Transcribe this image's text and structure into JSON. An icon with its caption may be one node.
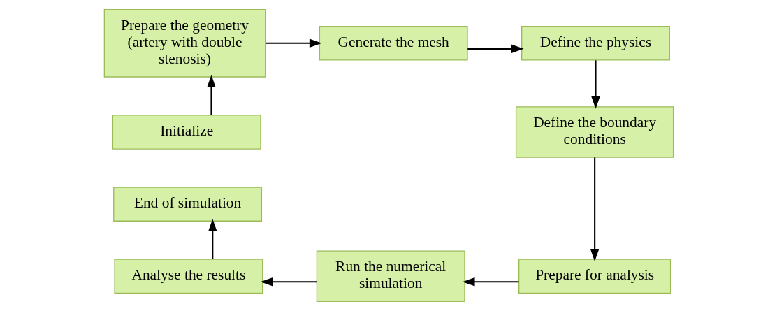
{
  "diagram": {
    "nodes": [
      {
        "text": [
          "Prepare the geometry (artery with double stenosis)"
        ]
      },
      {
        "text": [
          "Generate the mesh"
        ]
      },
      {
        "text": [
          "Define the physics"
        ]
      },
      {
        "text": [
          "Initialize"
        ]
      },
      {
        "text": [
          "Define the boundary conditions"
        ]
      },
      {
        "text": [
          "End of simulation"
        ]
      },
      {
        "text": [
          "Analyse the results"
        ]
      },
      {
        "text": [
          "Run the numerical simulation"
        ]
      },
      {
        "text": [
          "Prepare for analysis"
        ]
      }
    ],
    "edges": [
      {
        "from": 3,
        "to": 0,
        "arrow": "to"
      },
      {
        "from": 0,
        "to": 1,
        "arrow": "to"
      },
      {
        "from": 1,
        "to": 2,
        "arrow": "to"
      },
      {
        "from": 2,
        "to": 4,
        "arrow": "to"
      },
      {
        "from": 4,
        "to": 8,
        "arrow": "to"
      },
      {
        "from": 8,
        "to": 7,
        "arrow": "to"
      },
      {
        "from": 7,
        "to": 6,
        "arrow": "to"
      },
      {
        "from": 6,
        "to": 5,
        "arrow": "to"
      }
    ]
  }
}
